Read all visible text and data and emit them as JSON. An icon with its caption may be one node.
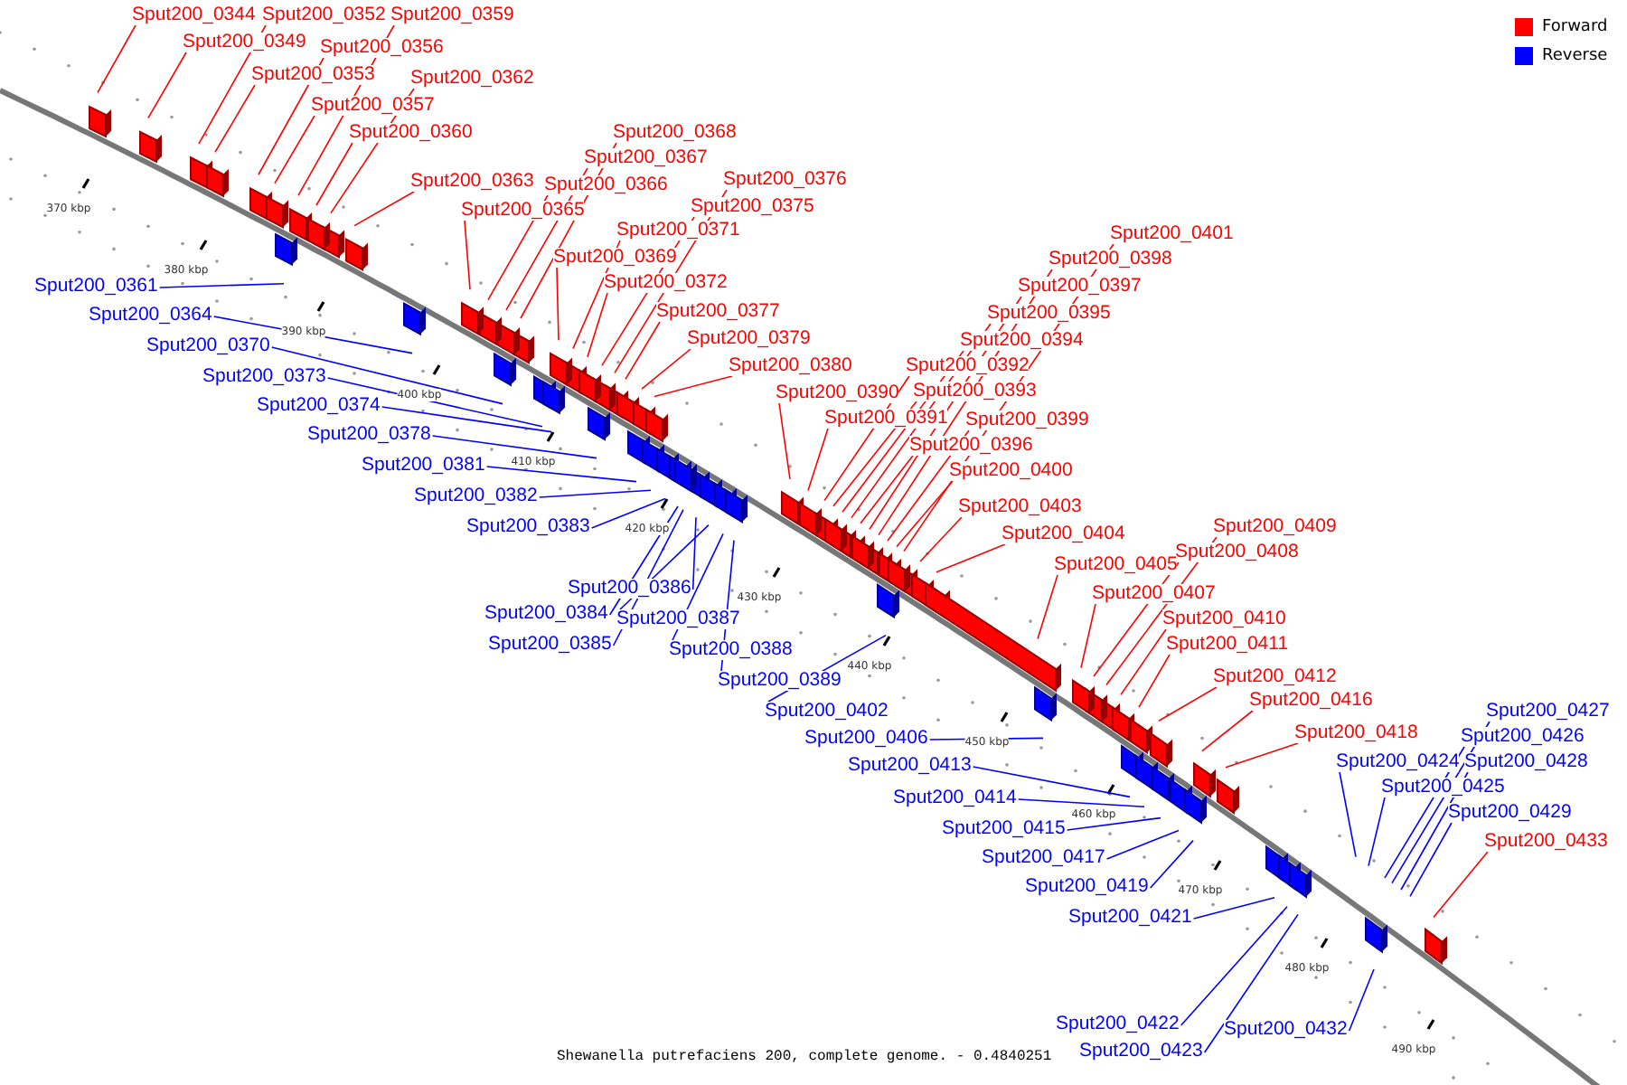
{
  "diagram": {
    "caption": "Shewanella putrefaciens 200, complete genome. - 0.4840251",
    "nodes": [
      {
        "text": [
          "Sput200_0344"
        ]
      },
      {
        "text": [
          "Sput200_0352"
        ]
      },
      {
        "text": [
          "Sput200_0359"
        ]
      },
      {
        "text": [
          "Sput200_0349"
        ]
      },
      {
        "text": [
          "Sput200_0356"
        ]
      },
      {
        "text": [
          "Sput200_0353"
        ]
      },
      {
        "text": [
          "Sput200_0362"
        ]
      },
      {
        "text": [
          "Sput200_0357"
        ]
      },
      {
        "text": [
          "Sput200_0360"
        ]
      },
      {
        "text": [
          "Sput200_0368"
        ]
      },
      {
        "text": [
          "Sput200_0367"
        ]
      },
      {
        "text": [
          "Sput200_0376"
        ]
      },
      {
        "text": [
          "Sput200_0363"
        ]
      },
      {
        "text": [
          "Sput200_0366"
        ]
      },
      {
        "text": [
          "Sput200_0375"
        ]
      },
      {
        "text": [
          "Sput200_0365"
        ]
      },
      {
        "text": [
          "Sput200_0371"
        ]
      },
      {
        "text": [
          "Sput200_0401"
        ]
      },
      {
        "text": [
          "Sput200_0369"
        ]
      },
      {
        "text": [
          "Sput200_0398"
        ]
      },
      {
        "text": [
          "Sput200_0372"
        ]
      },
      {
        "text": [
          "Sput200_0397"
        ]
      },
      {
        "text": [
          "Sput200_0377"
        ]
      },
      {
        "text": [
          "Sput200_0395"
        ]
      },
      {
        "text": [
          "Sput200_0379"
        ]
      },
      {
        "text": [
          "Sput200_0394"
        ]
      },
      {
        "text": [
          "Sput200_0380"
        ]
      },
      {
        "text": [
          "Sput200_0392"
        ]
      },
      {
        "text": [
          "Sput200_0393"
        ]
      },
      {
        "text": [
          "Sput200_0390"
        ]
      },
      {
        "text": [
          "Sput200_0391"
        ]
      },
      {
        "text": [
          "Sput200_0399"
        ]
      },
      {
        "text": [
          "Sput200_0396"
        ]
      },
      {
        "text": [
          "Sput200_0400"
        ]
      },
      {
        "text": [
          "Sput200_0403"
        ]
      },
      {
        "text": [
          "Sput200_0409"
        ]
      },
      {
        "text": [
          "Sput200_0404"
        ]
      },
      {
        "text": [
          "Sput200_0408"
        ]
      },
      {
        "text": [
          "Sput200_0405"
        ]
      },
      {
        "text": [
          "Sput200_0407"
        ]
      },
      {
        "text": [
          "Sput200_0410"
        ]
      },
      {
        "text": [
          "Sput200_0411"
        ]
      },
      {
        "text": [
          "Sput200_0412"
        ]
      },
      {
        "text": [
          "Sput200_0416"
        ]
      },
      {
        "text": [
          "Sput200_0418"
        ]
      },
      {
        "text": [
          "Sput200_0433"
        ]
      },
      {
        "text": [
          "Sput200_0361"
        ]
      },
      {
        "text": [
          "Sput200_0364"
        ]
      },
      {
        "text": [
          "Sput200_0370"
        ]
      },
      {
        "text": [
          "Sput200_0373"
        ]
      },
      {
        "text": [
          "Sput200_0374"
        ]
      },
      {
        "text": [
          "Sput200_0378"
        ]
      },
      {
        "text": [
          "Sput200_0381"
        ]
      },
      {
        "text": [
          "Sput200_0382"
        ]
      },
      {
        "text": [
          "Sput200_0383"
        ]
      },
      {
        "text": [
          "Sput200_0386"
        ]
      },
      {
        "text": [
          "Sput200_0384"
        ]
      },
      {
        "text": [
          "Sput200_0387"
        ]
      },
      {
        "text": [
          "Sput200_0385"
        ]
      },
      {
        "text": [
          "Sput200_0388"
        ]
      },
      {
        "text": [
          "Sput200_0389"
        ]
      },
      {
        "text": [
          "Sput200_0402"
        ]
      },
      {
        "text": [
          "Sput200_0406"
        ]
      },
      {
        "text": [
          "Sput200_0413"
        ]
      },
      {
        "text": [
          "Sput200_0414"
        ]
      },
      {
        "text": [
          "Sput200_0415"
        ]
      },
      {
        "text": [
          "Sput200_0424"
        ]
      },
      {
        "text": [
          "Sput200_0427"
        ]
      },
      {
        "text": [
          "Sput200_0426"
        ]
      },
      {
        "text": [
          "Sput200_0428"
        ]
      },
      {
        "text": [
          "Sput200_0425"
        ]
      },
      {
        "text": [
          "Sput200_0429"
        ]
      },
      {
        "text": [
          "Sput200_0417"
        ]
      },
      {
        "text": [
          "Sput200_0419"
        ]
      },
      {
        "text": [
          "Sput200_0421"
        ]
      },
      {
        "text": [
          "Sput200_0422"
        ]
      },
      {
        "text": [
          "Sput200_0423"
        ]
      },
      {
        "text": [
          "Sput200_0432"
        ]
      }
    ],
    "edges": [
      {
        "from": 0,
        "to": null,
        "arrow": "none"
      },
      {
        "from": 1,
        "to": null,
        "arrow": "none"
      },
      {
        "from": 2,
        "to": null,
        "arrow": "none"
      },
      {
        "from": 3,
        "to": null,
        "arrow": "none"
      },
      {
        "from": 4,
        "to": null,
        "arrow": "none"
      },
      {
        "from": 5,
        "to": null,
        "arrow": "none"
      },
      {
        "from": 6,
        "to": null,
        "arrow": "none"
      },
      {
        "from": 7,
        "to": null,
        "arrow": "none"
      },
      {
        "from": 8,
        "to": null,
        "arrow": "none"
      },
      {
        "from": 9,
        "to": null,
        "arrow": "none"
      },
      {
        "from": 10,
        "to": null,
        "arrow": "none"
      },
      {
        "from": 11,
        "to": null,
        "arrow": "none"
      },
      {
        "from": 12,
        "to": null,
        "arrow": "none"
      },
      {
        "from": 13,
        "to": null,
        "arrow": "none"
      },
      {
        "from": 14,
        "to": null,
        "arrow": "none"
      },
      {
        "from": 15,
        "to": null,
        "arrow": "none"
      },
      {
        "from": 16,
        "to": null,
        "arrow": "none"
      },
      {
        "from": 17,
        "to": null,
        "arrow": "none"
      },
      {
        "from": 18,
        "to": null,
        "arrow": "none"
      },
      {
        "from": 19,
        "to": null,
        "arrow": "none"
      },
      {
        "from": 20,
        "to": null,
        "arrow": "none"
      },
      {
        "from": 21,
        "to": null,
        "arrow": "none"
      },
      {
        "from": 22,
        "to": null,
        "arrow": "none"
      },
      {
        "from": 23,
        "to": null,
        "arrow": "none"
      },
      {
        "from": 24,
        "to": null,
        "arrow": "none"
      },
      {
        "from": 25,
        "to": null,
        "arrow": "none"
      },
      {
        "from": 26,
        "to": null,
        "arrow": "none"
      },
      {
        "from": 27,
        "to": null,
        "arrow": "none"
      },
      {
        "from": 28,
        "to": null,
        "arrow": "none"
      },
      {
        "from": 29,
        "to": null,
        "arrow": "none"
      },
      {
        "from": 30,
        "to": null,
        "arrow": "none"
      },
      {
        "from": 31,
        "to": null,
        "arrow": "none"
      },
      {
        "from": 32,
        "to": null,
        "arrow": "none"
      },
      {
        "from": 33,
        "to": null,
        "arrow": "none"
      },
      {
        "from": 34,
        "to": null,
        "arrow": "none"
      },
      {
        "from": 35,
        "to": null,
        "arrow": "none"
      },
      {
        "from": 36,
        "to": null,
        "arrow": "none"
      },
      {
        "from": 37,
        "to": null,
        "arrow": "none"
      },
      {
        "from": 38,
        "to": null,
        "arrow": "none"
      },
      {
        "from": 39,
        "to": null,
        "arrow": "none"
      },
      {
        "from": 40,
        "to": null,
        "arrow": "none"
      },
      {
        "from": 41,
        "to": null,
        "arrow": "none"
      },
      {
        "from": 42,
        "to": null,
        "arrow": "none"
      },
      {
        "from": 43,
        "to": null,
        "arrow": "none"
      },
      {
        "from": 44,
        "to": null,
        "arrow": "none"
      },
      {
        "from": 45,
        "to": null,
        "arrow": "none"
      },
      {
        "from": 46,
        "to": null,
        "arrow": "none",
        "color": "#0000ff"
      },
      {
        "from": 47,
        "to": null,
        "arrow": "none",
        "color": "#0000ff"
      },
      {
        "from": 48,
        "to": null,
        "arrow": "none",
        "color": "#0000ff"
      },
      {
        "from": 49,
        "to": null,
        "arrow": "none",
        "color": "#0000ff"
      },
      {
        "from": 50,
        "to": null,
        "arrow": "none",
        "color": "#0000ff"
      },
      {
        "from": 51,
        "to": null,
        "arrow": "none",
        "color": "#0000ff"
      },
      {
        "from": 52,
        "to": null,
        "arrow": "none",
        "color": "#0000ff"
      },
      {
        "from": 53,
        "to": null,
        "arrow": "none",
        "color": "#0000ff"
      },
      {
        "from": 54,
        "to": null,
        "arrow": "none",
        "color": "#0000ff"
      },
      {
        "from": 55,
        "to": null,
        "arrow": "none",
        "color": "#0000ff"
      },
      {
        "from": 56,
        "to": null,
        "arrow": "none",
        "color": "#0000ff"
      },
      {
        "from": 57,
        "to": null,
        "arrow": "none",
        "color": "#0000ff"
      },
      {
        "from": 58,
        "to": null,
        "arrow": "none",
        "color": "#0000ff"
      },
      {
        "from": 59,
        "to": null,
        "arrow": "none",
        "color": "#0000ff"
      },
      {
        "from": 60,
        "to": null,
        "arrow": "none",
        "color": "#0000ff"
      },
      {
        "from": 61,
        "to": null,
        "arrow": "none",
        "color": "#0000ff"
      },
      {
        "from": 62,
        "to": null,
        "arrow": "none",
        "color": "#0000ff"
      },
      {
        "from": 63,
        "to": null,
        "arrow": "none",
        "color": "#0000ff"
      },
      {
        "from": 64,
        "to": null,
        "arrow": "none",
        "color": "#0000ff"
      },
      {
        "from": 65,
        "to": null,
        "arrow": "none",
        "color": "#0000ff"
      },
      {
        "from": 66,
        "to": null,
        "arrow": "none",
        "color": "#0000ff"
      },
      {
        "from": 67,
        "to": null,
        "arrow": "none",
        "color": "#0000ff"
      },
      {
        "from": 68,
        "to": null,
        "arrow": "none",
        "color": "#0000ff"
      },
      {
        "from": 69,
        "to": null,
        "arrow": "none",
        "color": "#0000ff"
      },
      {
        "from": 70,
        "to": null,
        "arrow": "none",
        "color": "#0000ff"
      },
      {
        "from": 71,
        "to": null,
        "arrow": "none",
        "color": "#0000ff"
      },
      {
        "from": 72,
        "to": null,
        "arrow": "none",
        "color": "#0000ff"
      },
      {
        "from": 73,
        "to": null,
        "arrow": "none",
        "color": "#0000ff"
      },
      {
        "from": 74,
        "to": null,
        "arrow": "none",
        "color": "#0000ff"
      },
      {
        "from": 75,
        "to": null,
        "arrow": "none",
        "color": "#0000ff"
      },
      {
        "from": 76,
        "to": null,
        "arrow": "none",
        "color": "#0000ff"
      },
      {
        "from": 77,
        "to": null,
        "arrow": "none",
        "color": "#0000ff"
      }
    ],
    "labels": [
      "370 kbp",
      "380 kbp",
      "390 kbp",
      "400 kbp",
      "410 kbp",
      "420 kbp",
      "430 kbp",
      "440 kbp",
      "450 kbp",
      "460 kbp",
      "470 kbp",
      "480 kbp",
      "490 kbp"
    ],
    "legend": [
      {
        "text": "Forward",
        "color": "#ff0000"
      },
      {
        "text": "Reverse",
        "color": "#0000ff"
      }
    ]
  }
}
